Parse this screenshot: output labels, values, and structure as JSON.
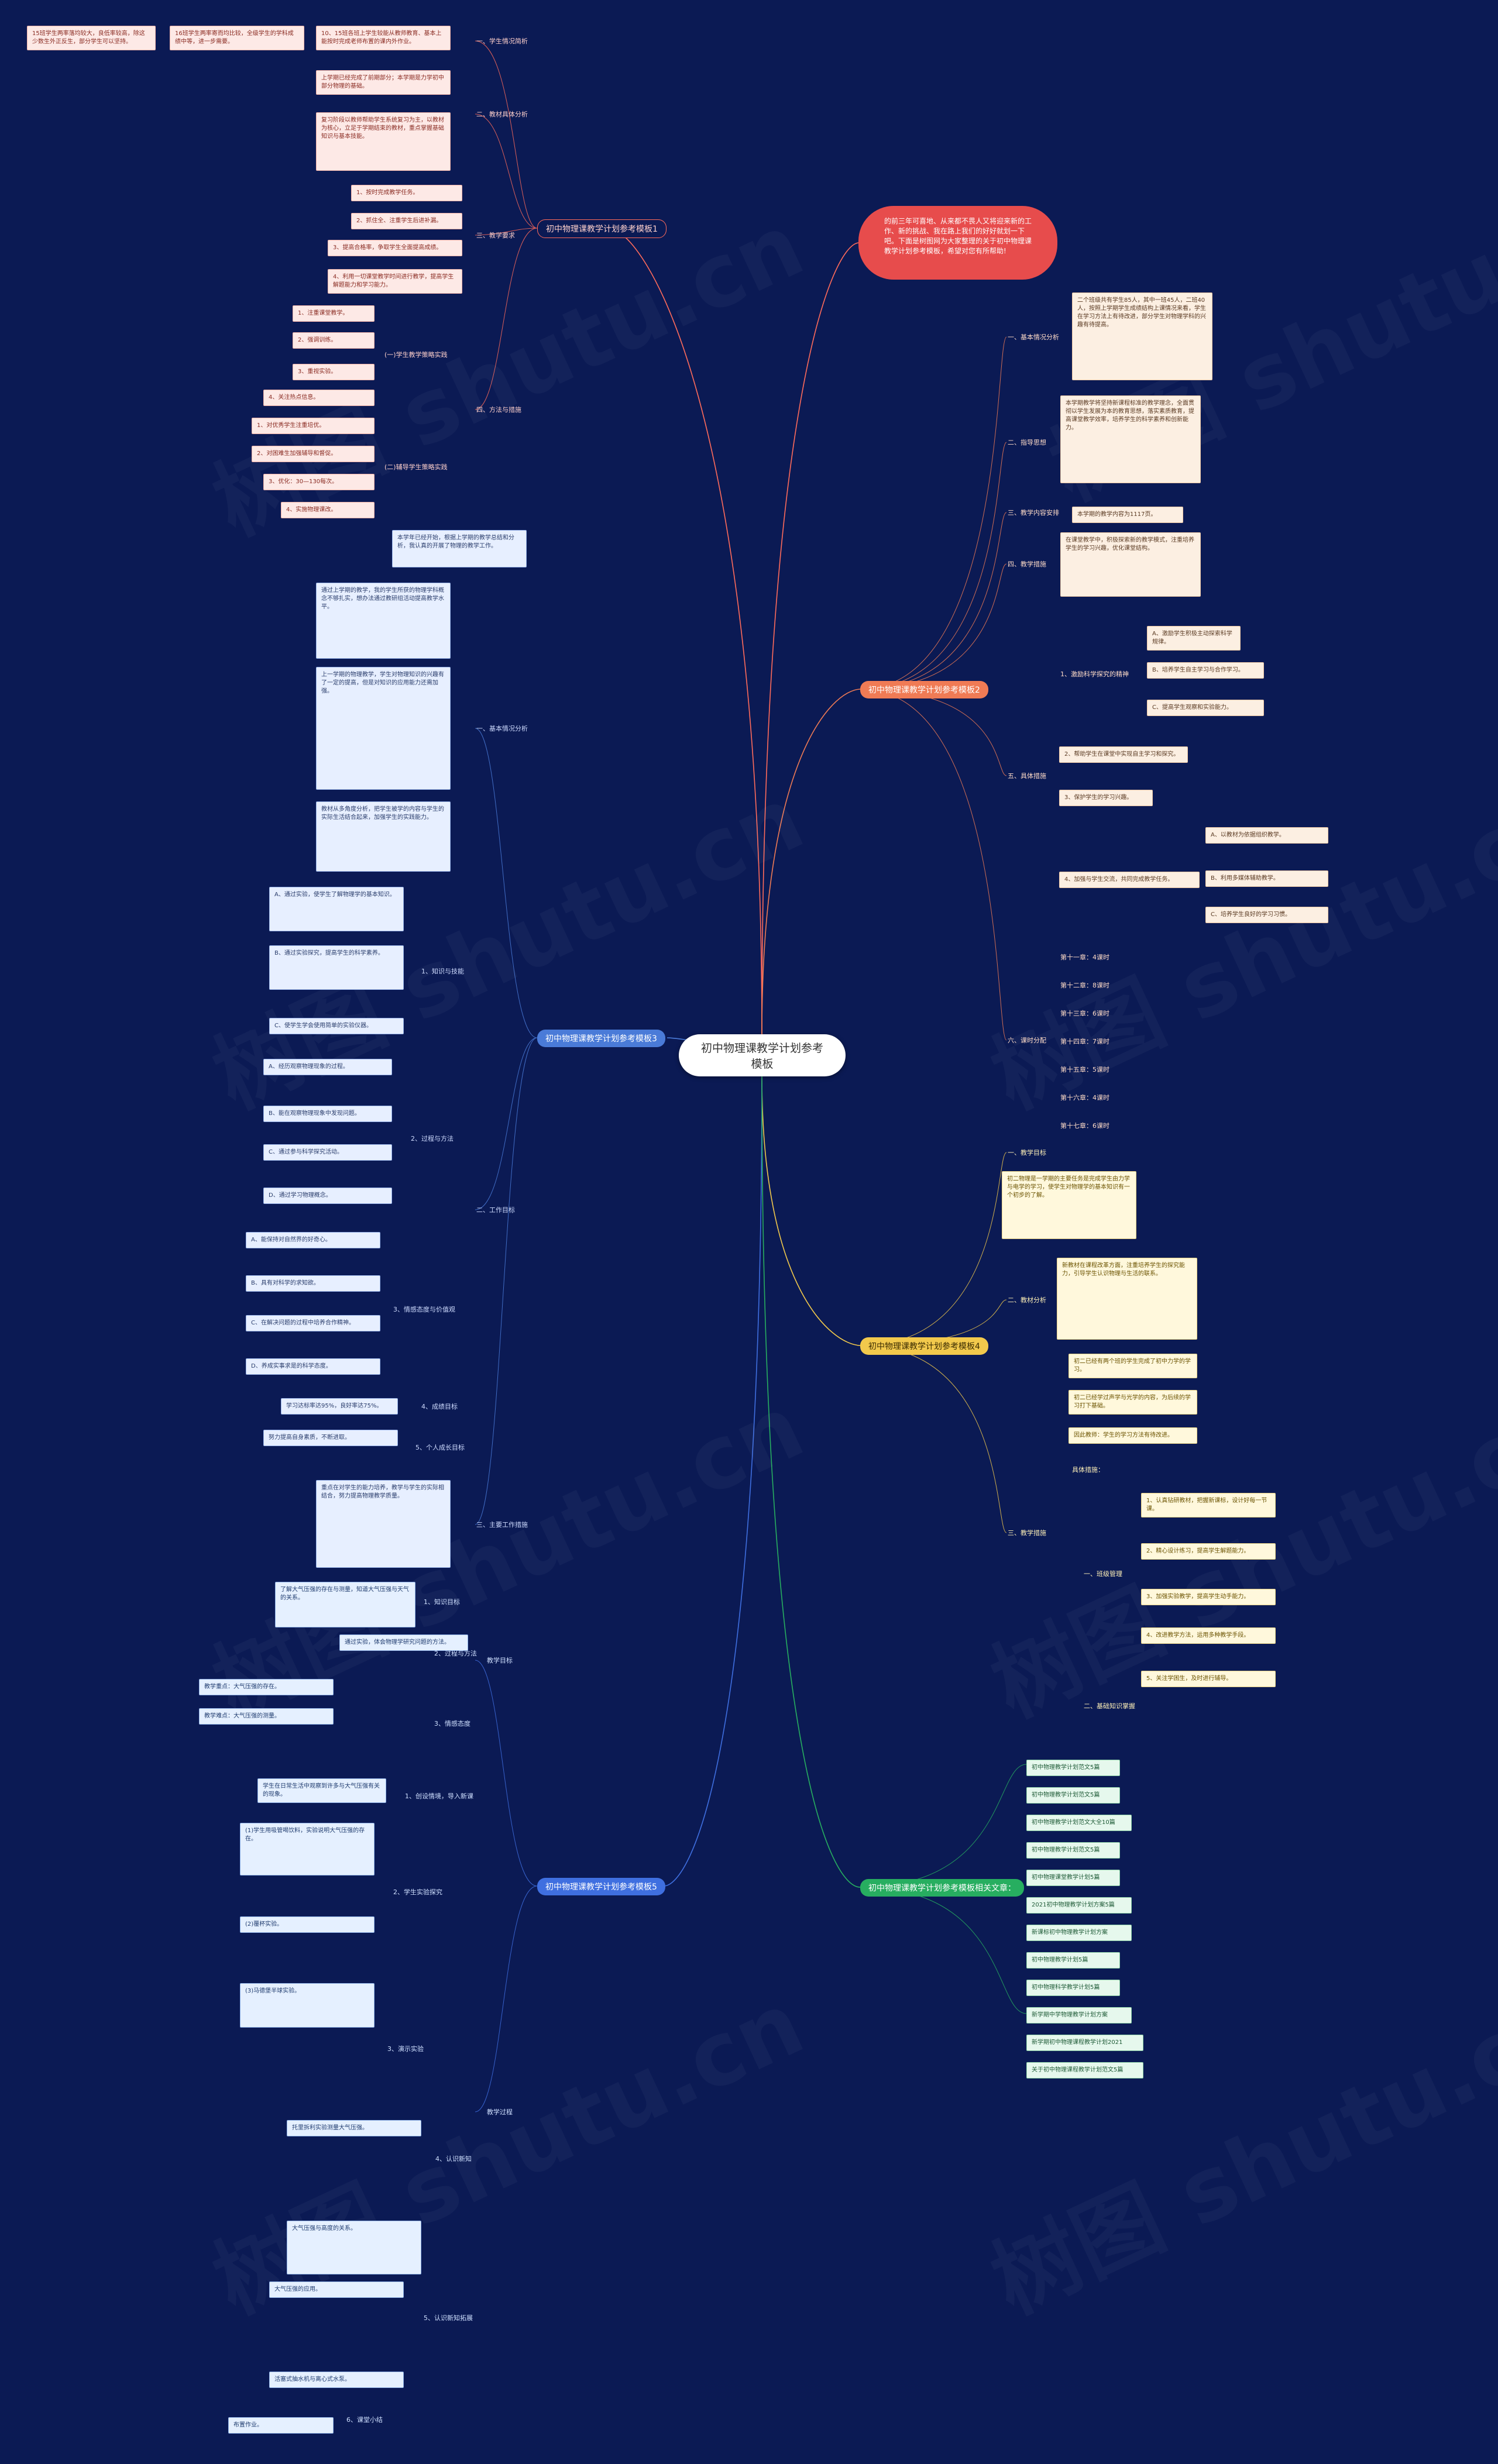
{
  "central": {
    "line1": "初中物理课教学计划参考",
    "line2": "模板"
  },
  "note": "的前三年可喜地、从来都不畏人又将迎来新的工作、新的挑战、我在路上我们的好好就划一下吧。下面是树图网为大家整理的关于初中物理课教学计划参考模板，希望对您有所帮助!",
  "branches": [
    {
      "label": "初中物理课教学计划参考模板1"
    },
    {
      "label": "初中物理课教学计划参考模板2"
    },
    {
      "label": "初中物理课教学计划参考模板3"
    },
    {
      "label": "初中物理课教学计划参考模板4"
    },
    {
      "label": "初中物理课教学计划参考模板5"
    },
    {
      "label": "初中物理课教学计划参考模板相关文章："
    }
  ],
  "b1": {
    "sections": [
      "一、学生情况简析",
      "二、教材具体分析",
      "三、教学要求",
      "四、方法与措施"
    ],
    "texts": [
      "15班学生两率落均较大，良低率较高，除这少数生外正反生，部分学生可以坚持。",
      "16班学生两率寄而均比较，全级学生的学科成绩中等，进一步需要。",
      "10、15班各班上学生较能从教师教育、基本上能按时完成老师布置的课内外作业。",
      "上学期已经完成了前期部分；本学期是力学初中部分物理的基础。",
      "复习阶段以教师帮助学生系统复习为主，以教材为核心，立足于学期结束的教材，重点掌握基础知识与基本技能。",
      "1、按时完成教学任务。",
      "2、抓住全、注重学生后进补漏。",
      "3、提高合格率，争取学生全面提高成绩。",
      "4、利用一切课堂教学时间进行教学，提高学生解题能力和学习能力。",
      "1、注重课堂教学。",
      "2、强调训练。",
      "3、重视实验。",
      "4、关注热点信息。",
      "(一)学生教学策略实践",
      "1、对优秀学生注重培优。",
      "2、对困难生加强辅导和督促。",
      "3、优化：30—130每次。",
      "4、实施物理课改。",
      "(二)辅导学生策略实践"
    ]
  },
  "b2": {
    "sections": [
      "一、基本情况分析",
      "二、指导思想",
      "三、教学内容安排",
      "四、教学措施",
      "五、具体措施",
      "六、课时分配"
    ],
    "texts": [
      "二个班级共有学生85人，其中一班45人，二班40人，按照上学期学生成绩结构上课情况来看，学生在学习方法上有待改进，部分学生对物理学科的兴趣有待提高。",
      "本学期教学将坚持新课程标准的教学理念，全面贯彻以学生发展为本的教育思想，落实素质教育，提高课堂教学效率，培养学生的科学素养和创新能力。",
      "本学期的教学内容为1117页。",
      "在课堂教学中，积极探索新的教学模式，注重培养学生的学习兴趣，优化课堂结构。",
      "1、激励科学探究的精神",
      "A、激励学生积极主动探索科学规律。",
      "B、培养学生自主学习与合作学习。",
      "C、提高学生观察和实验能力。",
      "2、帮助学生在课堂中实现自主学习和探究。",
      "3、保护学生的学习兴趣。",
      "4、加强与学生交流，共同完成教学任务。",
      "A、以教材为依据组织教学。",
      "B、利用多媒体辅助教学。",
      "C、培养学生良好的学习习惯。",
      "第十一章：4课时",
      "第十二章：8课时",
      "第十三章：6课时",
      "第十四章：7课时",
      "第十五章：5课时",
      "第十六章：4课时",
      "第十七章：6课时"
    ]
  },
  "b3": {
    "sections": [
      "一、基本情况分析",
      "二、工作目标",
      "三、主要工作措施"
    ],
    "texts": [
      "本学年已经开始，根据上学期的教学总结和分析，我认真的开展了物理的教学工作。",
      "通过上学期的教学，我的学生所获的物理学科概念不够扎实，想办法通过教研组活动提高教学水平。",
      "上一学期的物理教学，学生对物理知识的兴趣有了一定的提高，但是对知识的应用能力还需加强。",
      "教材从多角度分析，把学生被学的内容与学生的实际生活结合起来，加强学生的实践能力。",
      "1、知识与技能",
      "2、过程与方法",
      "3、情感态度与价值观",
      "4、成绩目标",
      "5、个人成长目标",
      "A、通过实验，使学生了解物理学的基本知识。",
      "B、通过实验探究，提高学生的科学素养。",
      "C、使学生学会使用简单的实验仪器。",
      "A、经历观察物理现象的过程。",
      "B、能在观察物理现象中发现问题。",
      "C、通过参与科学探究活动。",
      "D、通过学习物理概念。",
      "A、能保持对自然界的好奇心。",
      "B、具有对科学的求知欲。",
      "C、在解决问题的过程中培养合作精神。",
      "D、养成实事求是的科学态度。",
      "学习达标率达95%，良好率达75%。",
      "努力提高自身素质，不断进取。",
      "重点在对学生的能力培养，教学与学生的实际相结合，努力提高物理教学质量。"
    ]
  },
  "b4": {
    "sections": [
      "一、教学目标",
      "二、教材分析",
      "三、教学措施"
    ],
    "texts": [
      "初二物理是一学期的主要任务是完成学生由力学与电学的学习，使学生对物理学的基本知识有一个初步的了解。",
      "新教材在课程改革方面，注重培养学生的探究能力，引导学生认识物理与生活的联系。",
      "初二已经有两个班的学生完成了初中力学的学习。",
      "初二已经学过声学与光学的内容，为后续的学习打下基础。",
      "因此教师：学生的学习方法有待改进。",
      "具体措施：",
      "1、认真钻研教材，把握新课标，设计好每一节课。",
      "2、精心设计练习，提高学生解题能力。",
      "3、加强实验教学，提高学生动手能力。",
      "4、改进教学方法，运用多种教学手段。",
      "5、关注学困生，及时进行辅导。",
      "一、班级管理",
      "二、基础知识掌握"
    ]
  },
  "b5": {
    "sections": [
      "教学目标",
      "教学过程"
    ],
    "texts": [
      "1、知识目标",
      "2、过程与方法",
      "3、情感态度",
      "了解大气压强的存在与测量，知道大气压强与天气的关系。",
      "通过实验，体会物理学研究问题的方法。",
      "教学重点：大气压强的存在。",
      "教学难点：大气压强的测量。",
      "1、创设情境，导入新课",
      "2、学生实验探究",
      "3、演示实验",
      "4、认识新知",
      "5、认识新知拓展",
      "6、课堂小结",
      "学生在日常生活中观察到许多与大气压强有关的现象。",
      "(1)学生用吸管喝饮料，实验说明大气压强的存在。",
      "(2)覆杯实验。",
      "(3)马德堡半球实验。",
      "托里拆利实验测量大气压强。",
      "大气压强与高度的关系。",
      "大气压强的应用。",
      "活塞式抽水机与离心式水泵。",
      "布置作业。"
    ]
  },
  "b6": {
    "items": [
      "初中物理教学计划范文5篇",
      "初中物理教学计划范文5篇",
      "初中物理教学计划范文大全10篇",
      "初中物理教学计划范文5篇",
      "初中物理课堂教学计划5篇",
      "2021初中物理教学计划方案5篇",
      "新课标初中物理教学计划方案",
      "初中物理教学计划5篇",
      "初中物理科学教学计划5篇",
      "新学期中学物理教学计划方案",
      "新学期初中物理课程教学计划2021",
      "关于初中物理课程教学计划范文5篇"
    ]
  }
}
